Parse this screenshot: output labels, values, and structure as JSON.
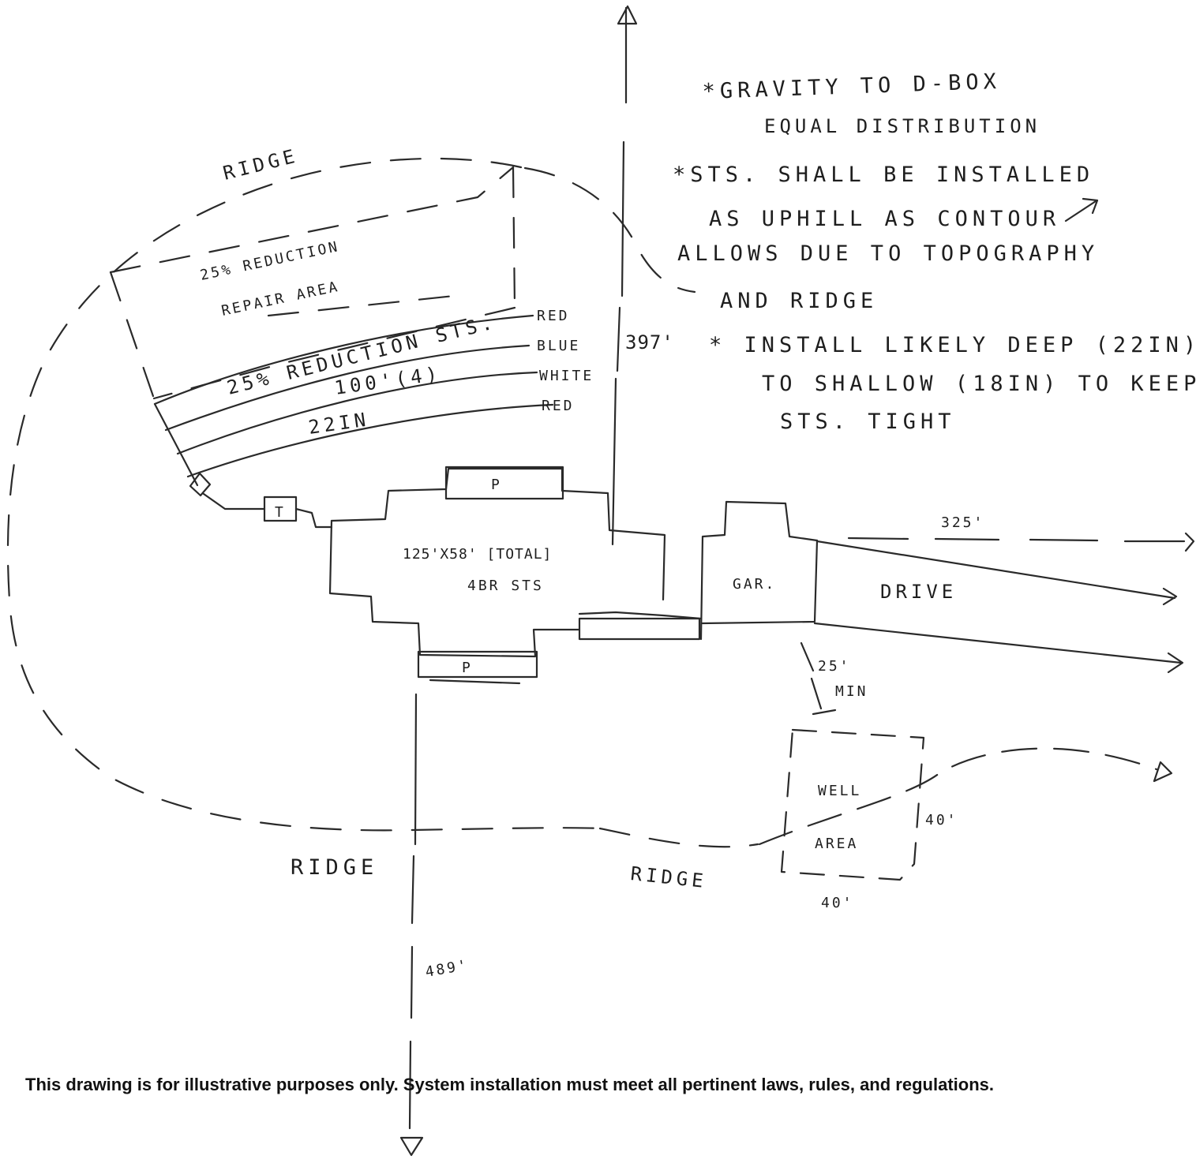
{
  "notes": {
    "gravity_line1": "*GRAVITY TO D-BOX",
    "gravity_line2": "EQUAL DISTRIBUTION",
    "sts_line1": "*STS. SHALL BE INSTALLED",
    "sts_line2": "AS UPHILL AS CONTOUR",
    "sts_line3": "ALLOWS DUE TO TOPOGRAPHY",
    "sts_line4": "AND RIDGE",
    "install_line1": "* INSTALL LIKELY DEEP (22IN)",
    "install_line2": "TO SHALLOW (18IN) TO KEEP",
    "install_line3": "STS. TIGHT"
  },
  "labels": {
    "ridge_top": "RIDGE",
    "ridge_bottom_left": "RIDGE",
    "ridge_bottom_mid": "RIDGE",
    "repair_line1": "25% REDUCTION",
    "repair_line2": "REPAIR AREA",
    "system_line": "25% REDUCTION STS.",
    "length": "100'(4)",
    "depth": "22IN",
    "red_1": "RED",
    "blue": "BLUE",
    "white": "WHITE",
    "red_2": "RED",
    "dim_397": "397'",
    "dim_325": "325'",
    "dim_489": "489'",
    "house_line1": "125'X58' [TOTAL]",
    "house_line2": "4BR STS",
    "porch_top": "P",
    "porch_bottom": "P",
    "tank": "T",
    "garage": "GAR.",
    "drive": "DRIVE",
    "setback_value": "25'",
    "setback_min": "MIN",
    "well_line1": "WELL",
    "well_line2": "AREA",
    "well_side": "40'",
    "well_bottom": "40'"
  },
  "disclaimer": "This drawing is for illustrative purposes only.  System installation must meet all pertinent laws, rules, and regulations."
}
